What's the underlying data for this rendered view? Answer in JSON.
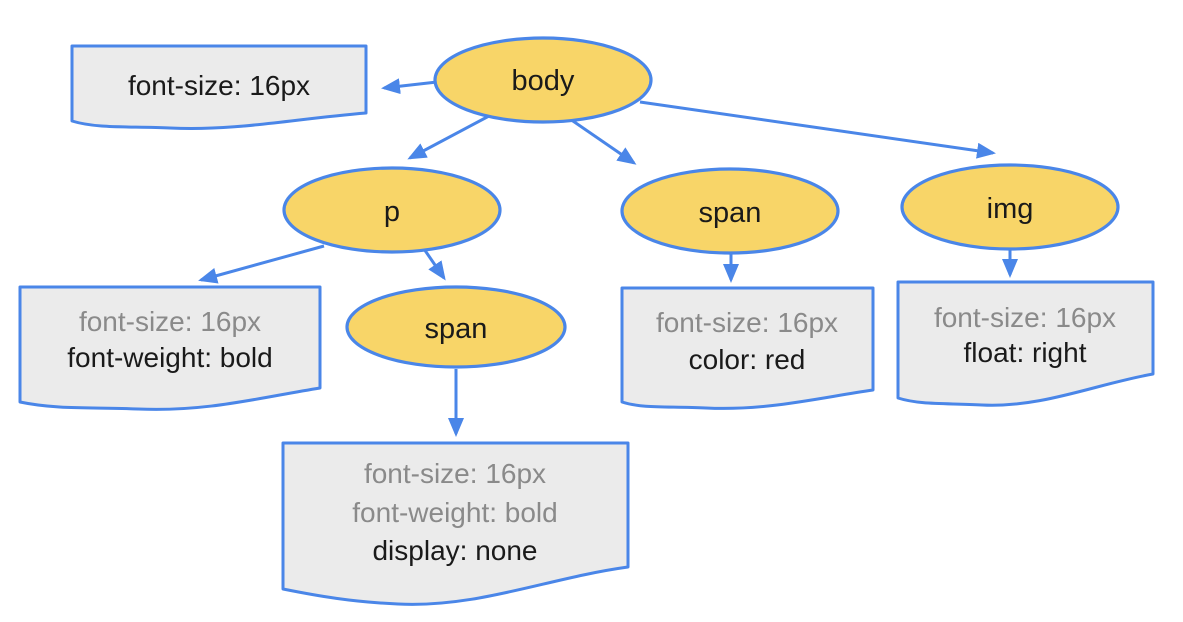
{
  "diagram": {
    "description": "DOM tree with computed CSS style notes",
    "palette": {
      "node_fill": "#F8D568",
      "line_blue": "#4A86E8",
      "note_fill": "#EBEBEB",
      "inherited_text": "#8A8A8A",
      "own_text": "#1A1A1A",
      "background": "#FFFFFF"
    },
    "nodes": {
      "body": {
        "label": "body"
      },
      "p": {
        "label": "p"
      },
      "span_top": {
        "label": "span"
      },
      "img": {
        "label": "img"
      },
      "span_child": {
        "label": "span"
      }
    },
    "notes": {
      "body": {
        "lines": [
          {
            "text": "font-size: 16px",
            "inherited": false
          }
        ]
      },
      "p": {
        "lines": [
          {
            "text": "font-size: 16px",
            "inherited": true
          },
          {
            "text": "font-weight: bold",
            "inherited": false
          }
        ]
      },
      "span_top": {
        "lines": [
          {
            "text": "font-size: 16px",
            "inherited": true
          },
          {
            "text": "color: red",
            "inherited": false
          }
        ]
      },
      "img": {
        "lines": [
          {
            "text": "font-size: 16px",
            "inherited": true
          },
          {
            "text": "float: right",
            "inherited": false
          }
        ]
      },
      "span_child": {
        "lines": [
          {
            "text": "font-size: 16px",
            "inherited": true
          },
          {
            "text": "font-weight: bold",
            "inherited": true
          },
          {
            "text": "display: none",
            "inherited": false
          }
        ]
      }
    },
    "edges": [
      {
        "from": "body",
        "to": "note-body",
        "type": "style"
      },
      {
        "from": "body",
        "to": "p",
        "type": "child"
      },
      {
        "from": "body",
        "to": "span_top",
        "type": "child"
      },
      {
        "from": "body",
        "to": "img",
        "type": "child"
      },
      {
        "from": "p",
        "to": "note-p",
        "type": "style"
      },
      {
        "from": "p",
        "to": "span_child",
        "type": "child"
      },
      {
        "from": "span_child",
        "to": "note-span-child",
        "type": "style"
      },
      {
        "from": "span_top",
        "to": "note-span-top",
        "type": "style"
      },
      {
        "from": "img",
        "to": "note-img",
        "type": "style"
      }
    ]
  }
}
